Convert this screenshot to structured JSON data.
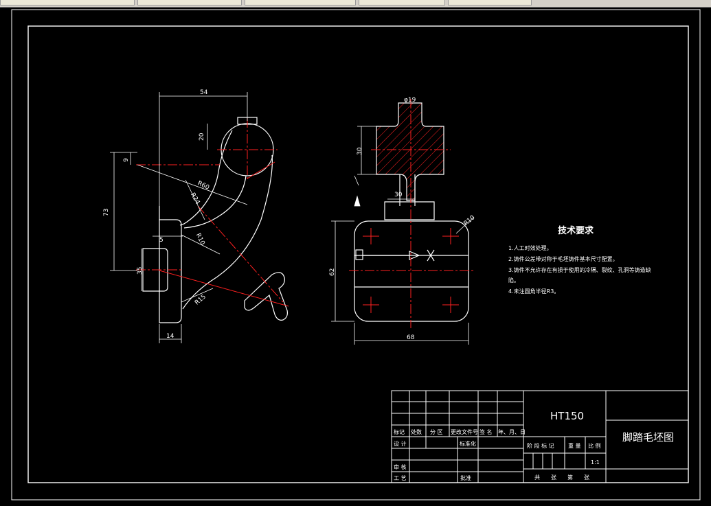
{
  "drawing": {
    "title": "脚踏毛坯图",
    "material": "HT150",
    "scale": "1:1",
    "tech_title": "技术要求",
    "tech_notes": [
      "1.人工时效处理。",
      "2.铸件公差带对称于毛坯铸件基本尺寸配置。",
      "3.铸件不允许存在有损于使用的冷隔、裂纹、孔洞等铸造缺",
      "陷。",
      "4.未注圆角半径R3。"
    ]
  },
  "dims": {
    "d54": "54",
    "d20": "20",
    "d9": "9",
    "d73": "73",
    "r60": "R60",
    "r24": "R24",
    "r10a": "R10",
    "d5": "5",
    "d35": "35",
    "r15": "R15",
    "d14": "14",
    "phi19": "φ19",
    "d30v": "30",
    "d30h": "30",
    "r10b": "R10",
    "d62": "62",
    "d68": "68"
  },
  "titleblock": {
    "row1": [
      "标记",
      "处数",
      "分 区",
      "更改文件号",
      "签 名",
      "年、月、日"
    ],
    "design": "设 计",
    "standard": "标准化",
    "stage": "阶 段 标 记",
    "weight": "重 量",
    "ratio": "比 例",
    "review": "审 核",
    "process": "工 艺",
    "approve": "批准",
    "sheets": "共　　张　　第　　张"
  },
  "colors": {
    "line": "#ffffff",
    "center": "#ff2020",
    "hatch": "#ff2020",
    "background": "#000000",
    "toolbar": "#d4d0c8"
  }
}
